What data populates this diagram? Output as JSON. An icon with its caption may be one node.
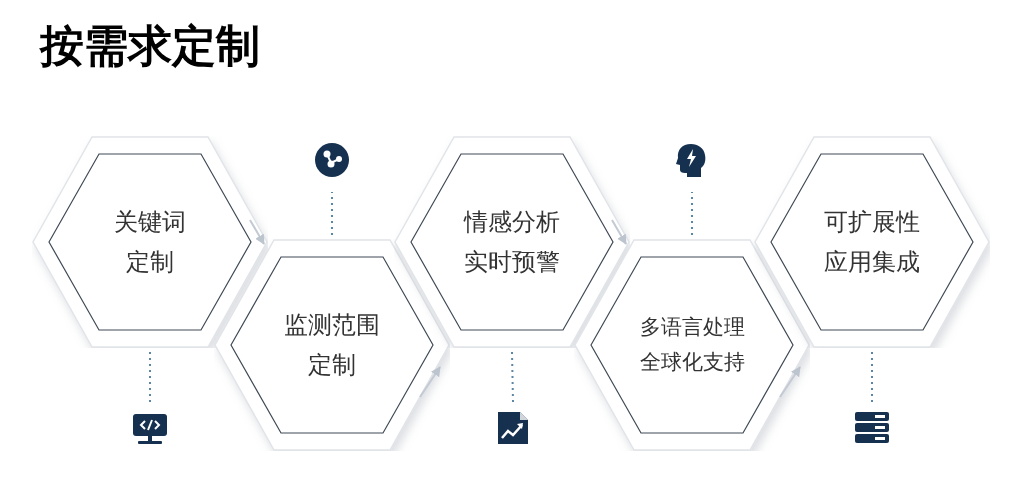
{
  "diagram": {
    "title": "按需求定制",
    "nodes": [
      {
        "text": [
          "关键词定制"
        ]
      },
      {
        "text": [
          "监测范围定制"
        ]
      },
      {
        "text": [
          "情感分析实时预警"
        ]
      },
      {
        "text": [
          "多语言处理全球化支持"
        ]
      },
      {
        "text": [
          "可扩展性应用集成"
        ]
      },
      {
        "text": [],
        "shape": "icon"
      },
      {
        "text": [],
        "shape": "icon"
      },
      {
        "text": [],
        "shape": "icon"
      },
      {
        "text": [],
        "shape": "icon"
      },
      {
        "text": [],
        "shape": "icon"
      }
    ],
    "edges": [
      {
        "from": 0,
        "to": 1,
        "arrow": "to",
        "color": "#c3cad3"
      },
      {
        "from": 1,
        "to": 2,
        "arrow": "to",
        "color": "#c3cad3"
      },
      {
        "from": 2,
        "to": 3,
        "arrow": "to",
        "color": "#c3cad3"
      },
      {
        "from": 3,
        "to": 4,
        "arrow": "to",
        "color": "#c3cad3"
      },
      {
        "from": 0,
        "to": 5,
        "arrow": "none",
        "style": "dashed"
      },
      {
        "from": 1,
        "to": 6,
        "arrow": "none",
        "style": "dashed"
      },
      {
        "from": 2,
        "to": 7,
        "arrow": "none",
        "style": "dashed"
      },
      {
        "from": 3,
        "to": 8,
        "arrow": "none",
        "style": "dashed"
      },
      {
        "from": 4,
        "to": 9,
        "arrow": "none",
        "style": "dashed"
      }
    ]
  }
}
